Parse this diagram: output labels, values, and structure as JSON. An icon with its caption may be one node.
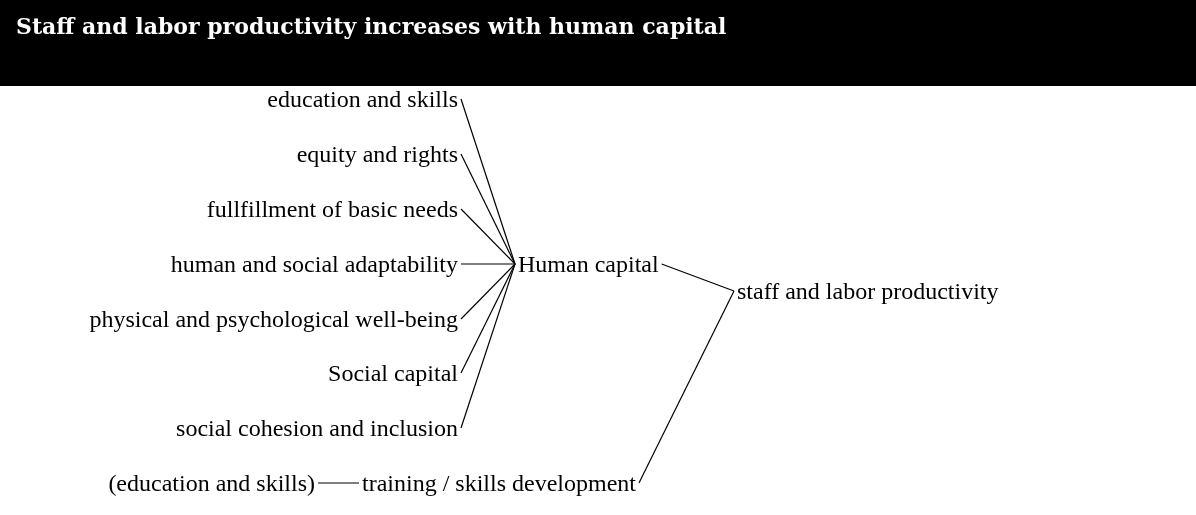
{
  "diagram": {
    "title": "Staff and labor productivity increases with human capital",
    "nodes": [
      {
        "text": [
          "education and skills"
        ]
      },
      {
        "text": [
          "equity and rights"
        ]
      },
      {
        "text": [
          "fullfillment of basic needs"
        ]
      },
      {
        "text": [
          "human and social adaptability"
        ]
      },
      {
        "text": [
          "physical and psychological well-being"
        ]
      },
      {
        "text": [
          "Social capital"
        ]
      },
      {
        "text": [
          "social cohesion and inclusion"
        ]
      },
      {
        "text": [
          "Human capital"
        ]
      },
      {
        "text": [
          "staff and labor productivity"
        ]
      },
      {
        "text": [
          "(education and skills)"
        ]
      },
      {
        "text": [
          "training / skills development"
        ]
      }
    ],
    "edges": [
      {
        "from": 0,
        "to": 7,
        "arrow": "none"
      },
      {
        "from": 1,
        "to": 7,
        "arrow": "none"
      },
      {
        "from": 2,
        "to": 7,
        "arrow": "none"
      },
      {
        "from": 3,
        "to": 7,
        "arrow": "none"
      },
      {
        "from": 4,
        "to": 7,
        "arrow": "none"
      },
      {
        "from": 5,
        "to": 7,
        "arrow": "none"
      },
      {
        "from": 6,
        "to": 7,
        "arrow": "none"
      },
      {
        "from": 7,
        "to": 8,
        "arrow": "none"
      },
      {
        "from": 10,
        "to": 8,
        "arrow": "none"
      },
      {
        "from": 9,
        "to": 10,
        "arrow": "none"
      }
    ]
  }
}
